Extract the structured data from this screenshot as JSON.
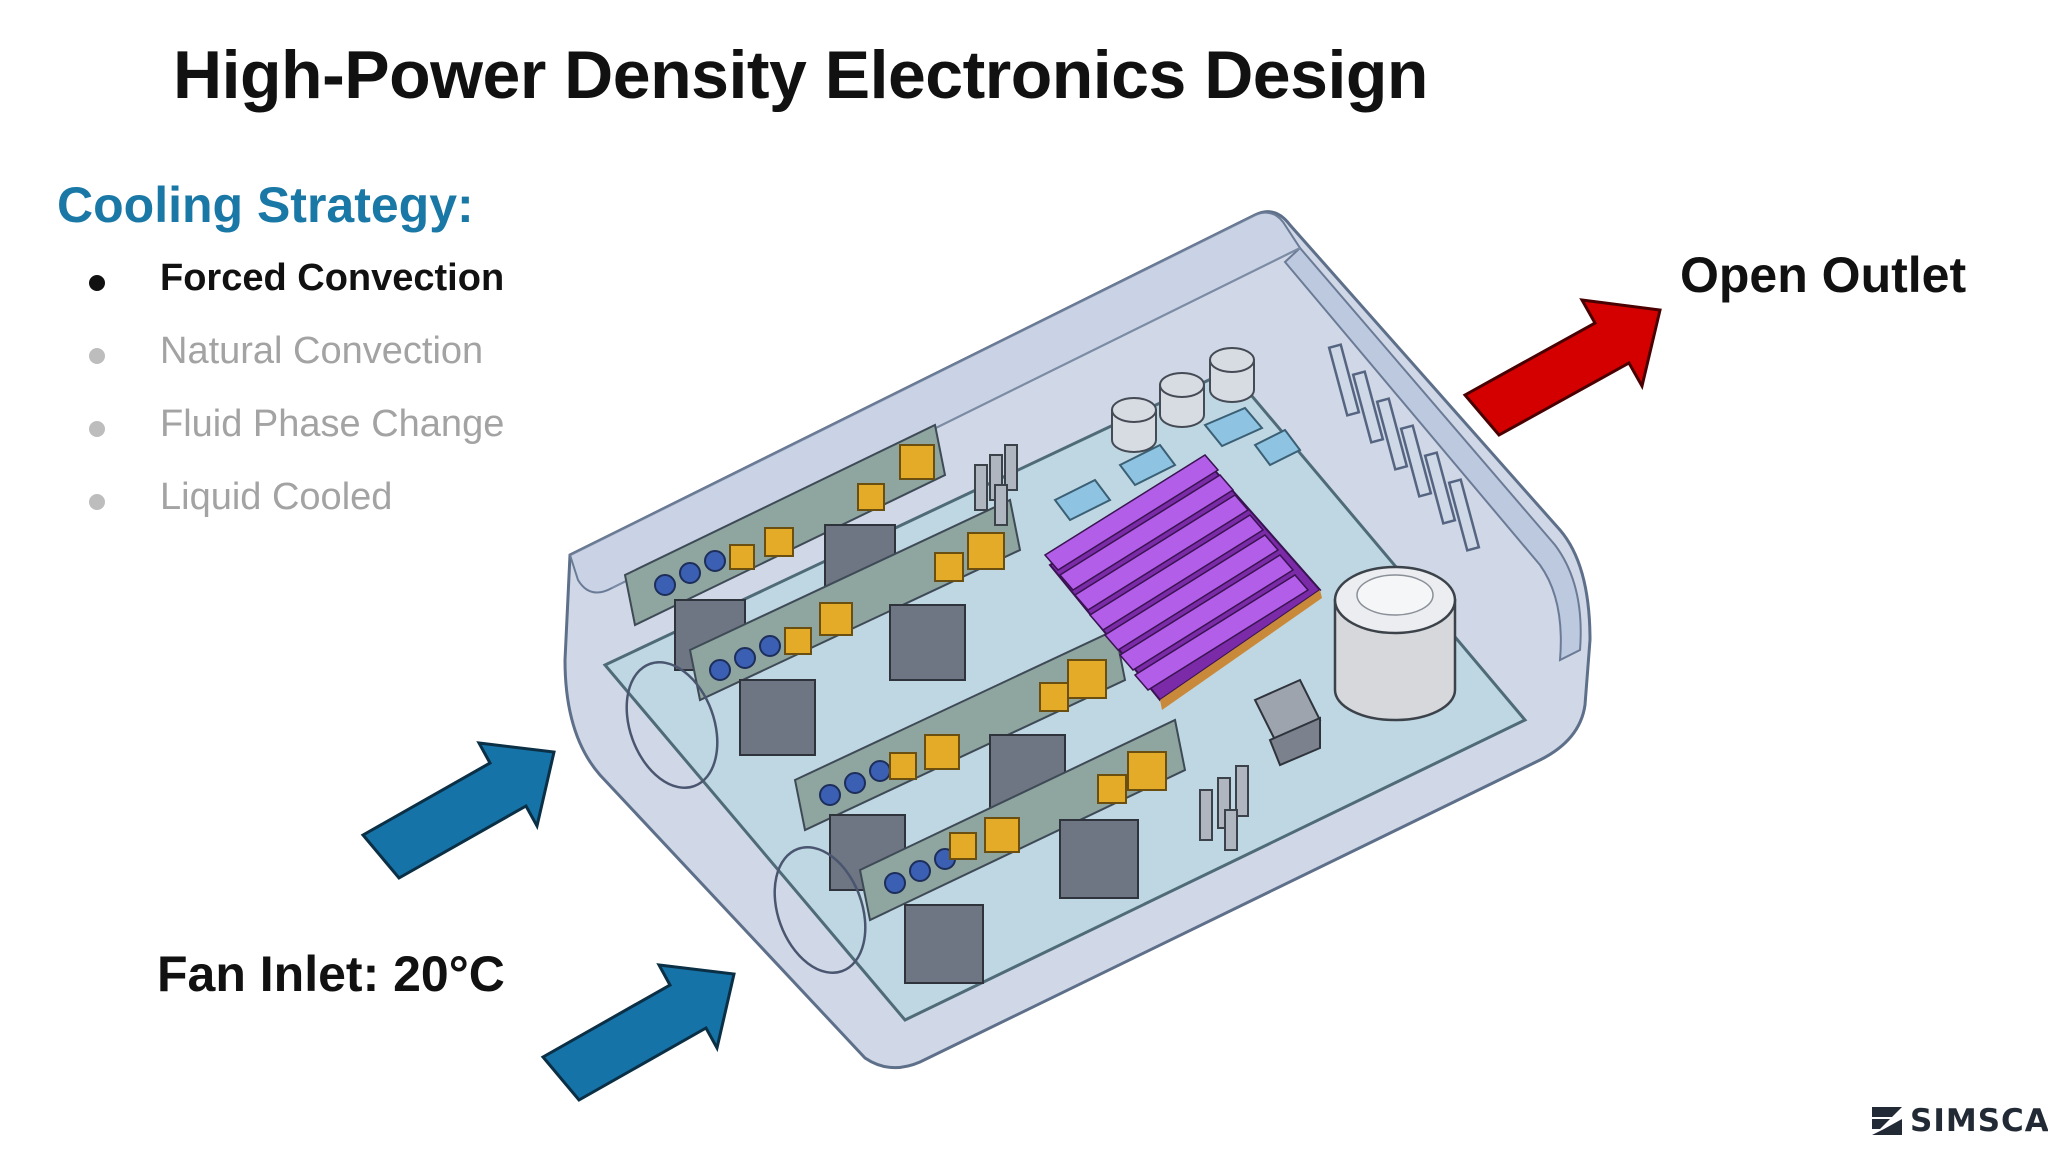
{
  "slide": {
    "title": "High-Power Density Electronics Design",
    "subtitle": "Cooling Strategy:",
    "strategies": [
      {
        "label": "Forced Convection",
        "active": true
      },
      {
        "label": "Natural Convection",
        "active": false
      },
      {
        "label": "Fluid Phase Change",
        "active": false
      },
      {
        "label": "Liquid Cooled",
        "active": false
      }
    ],
    "outlet_label": "Open Outlet",
    "inlet_label": "Fan Inlet: 20°C"
  },
  "logo": {
    "text": "SIMSCALE"
  },
  "colors": {
    "accent": "#1a78a6",
    "inlet_arrow": "#1573a8",
    "outlet_arrow": "#d40000",
    "heatsink": "#9a3fd0",
    "enclosure": "#a9b8d3",
    "component_yellow": "#e3ab28",
    "component_gray": "#6e7583",
    "capacitor_blue": "#3b5fb2"
  },
  "icons": [
    "inlet-arrow-icon",
    "outlet-arrow-icon",
    "simscale-logo-icon"
  ]
}
